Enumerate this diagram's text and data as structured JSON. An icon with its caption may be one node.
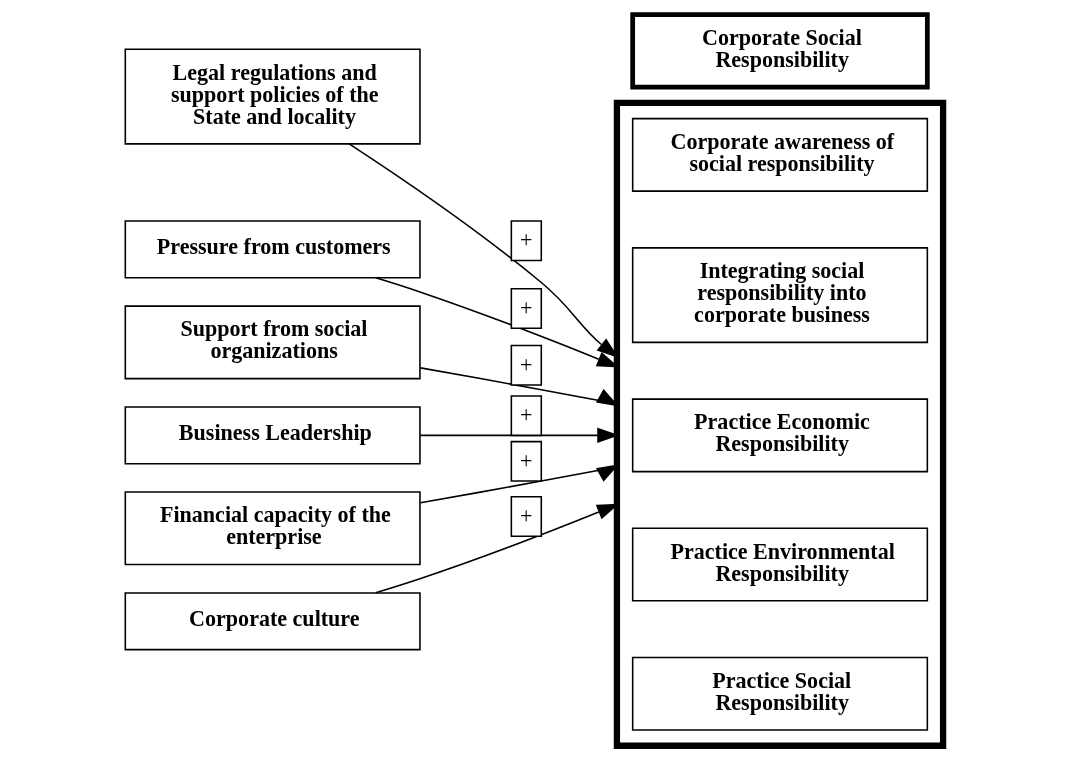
{
  "diagram": {
    "nodes": [
      {
        "text": [
          "Legal regulations and support policies of the State and locality"
        ]
      },
      {
        "text": [
          "Pressure from customers"
        ]
      },
      {
        "text": [
          "Support from social organizations"
        ]
      },
      {
        "text": [
          "Business Leadership"
        ]
      },
      {
        "text": [
          "Financial capacity of the enterprise"
        ]
      },
      {
        "text": [
          "Corporate culture"
        ]
      },
      {
        "text": [
          "Corporate Social Responsibility"
        ]
      },
      {
        "text": [],
        "shape": "box"
      },
      {
        "text": [
          "Corporate awareness of social responsibility"
        ],
        "in": 7
      },
      {
        "text": [
          "Integrating social responsibility into corporate business"
        ],
        "in": 7
      },
      {
        "text": [
          "Practice Economic Responsibility"
        ],
        "in": 7
      },
      {
        "text": [
          "Practice Environmental Responsibility"
        ],
        "in": 7
      },
      {
        "text": [
          "Practice Social Responsibility"
        ],
        "in": 7
      }
    ],
    "edges": [
      {
        "from": 0,
        "to": 7,
        "arrow": "to",
        "label": "+"
      },
      {
        "from": 1,
        "to": 7,
        "arrow": "to",
        "label": "+"
      },
      {
        "from": 2,
        "to": 7,
        "arrow": "to",
        "label": "+"
      },
      {
        "from": 3,
        "to": 7,
        "arrow": "to",
        "label": "+"
      },
      {
        "from": 4,
        "to": 7,
        "arrow": "to",
        "label": "+"
      },
      {
        "from": 5,
        "to": 7,
        "arrow": "to",
        "label": "+"
      }
    ]
  }
}
